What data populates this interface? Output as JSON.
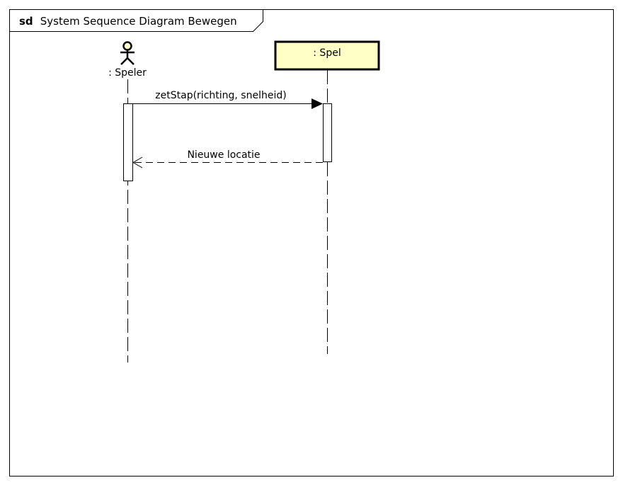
{
  "frame": {
    "keyword": "sd",
    "title": "System Sequence Diagram Bewegen"
  },
  "lifelines": [
    {
      "id": "speler",
      "label": ": Speler",
      "kind": "actor"
    },
    {
      "id": "spel",
      "label": ": Spel",
      "kind": "object"
    }
  ],
  "messages": [
    {
      "from": "speler",
      "to": "spel",
      "label": "zetStap(richting, snelheid)",
      "kind": "synchronous-call"
    },
    {
      "from": "spel",
      "to": "speler",
      "label": "Nieuwe locatie",
      "kind": "reply"
    }
  ],
  "colors": {
    "object_fill": "#ffffc6",
    "line": "#000000",
    "background": "#ffffff"
  }
}
